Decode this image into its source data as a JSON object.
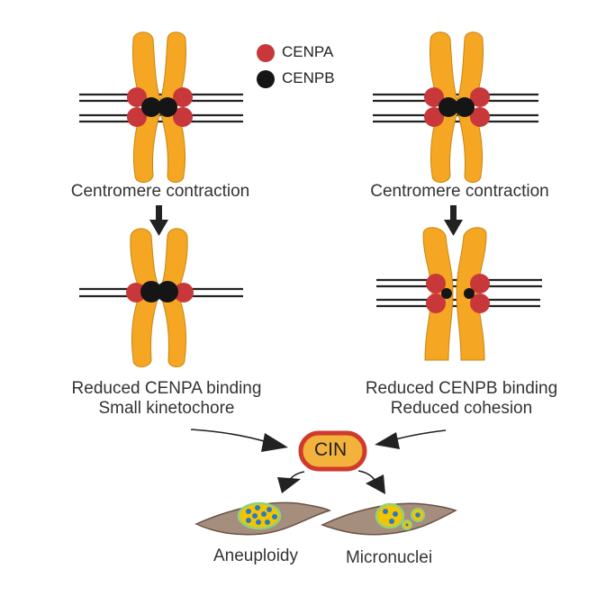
{
  "legend": {
    "items": [
      {
        "label": "CENPA",
        "color": "#c8383a"
      },
      {
        "label": "CENPB",
        "color": "#151515"
      }
    ]
  },
  "colors": {
    "chromosome": "#f5a623",
    "chromosome_outline": "#c8860f",
    "cenpa": "#c8383a",
    "cenpb": "#151515",
    "dna_line": "#222222",
    "arrow": "#222222",
    "cin_fill": "#f3b23c",
    "cin_border": "#cf3a2c",
    "cell_fill": "#a58e7e",
    "cell_outline": "#6b5143",
    "nucleus_fill": "#f2c500",
    "nucleus_ring": "#8fd17a",
    "chromatin_dot": "#2c78c9"
  },
  "left_panel": {
    "top_label": "Centromere contraction",
    "bottom_label_line1": "Reduced CENPA binding",
    "bottom_label_line2": "Small kinetochore"
  },
  "right_panel": {
    "top_label": "Centromere contraction",
    "bottom_label_line1": "Reduced CENPB binding",
    "bottom_label_line2": "Reduced cohesion"
  },
  "center": {
    "badge_label": "CIN"
  },
  "outcomes": [
    {
      "label": "Aneuploidy"
    },
    {
      "label": "Micronuclei"
    }
  ]
}
